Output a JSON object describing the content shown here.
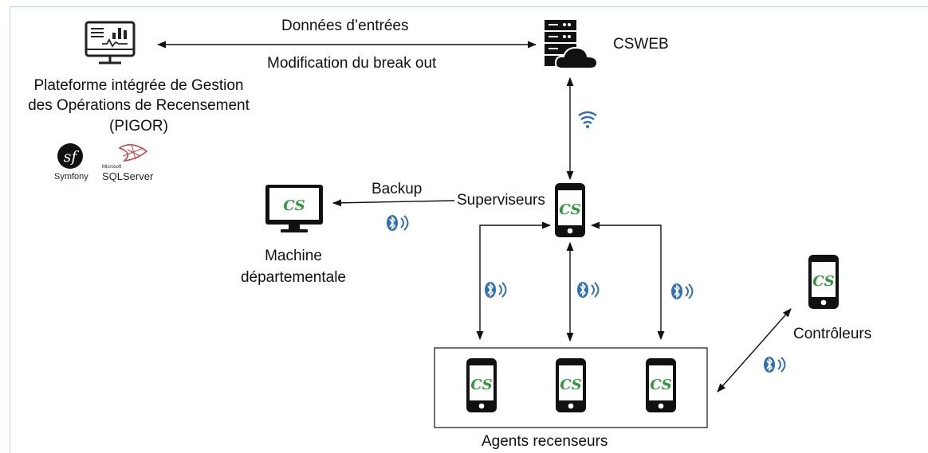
{
  "edges": {
    "pigor_csweb_top": "Données d’entrées",
    "pigor_csweb_bottom": "Modification du break out",
    "backup": "Backup"
  },
  "nodes": {
    "csweb": "CSWEB",
    "pigor_line1": "Plateforme intégrée de Gestion",
    "pigor_line2": "des Opérations de Recensement",
    "pigor_line3": "(PIGOR)",
    "superviseurs": "Superviseurs",
    "machine_line1": "Machine",
    "machine_line2": "départementale",
    "controleurs": "Contrôleurs",
    "agents": "Agents recenseurs"
  },
  "logos": {
    "symfony": "Symfony",
    "sqlserver_small": "Microsoft",
    "sqlserver": "SQLServer"
  },
  "device_logo_text": "CS",
  "colors": {
    "bluetooth": "#2f6fb5",
    "wifi": "#2f6fb5",
    "cs_green": "#2e9a3a",
    "phone": "#111111",
    "frame": "#b9dbe7"
  },
  "icons": [
    "monitor-chart-icon",
    "server-cloud-icon",
    "wifi-icon",
    "bluetooth-icon",
    "smartphone-icon",
    "desktop-monitor-icon",
    "symfony-logo",
    "sqlserver-logo"
  ]
}
